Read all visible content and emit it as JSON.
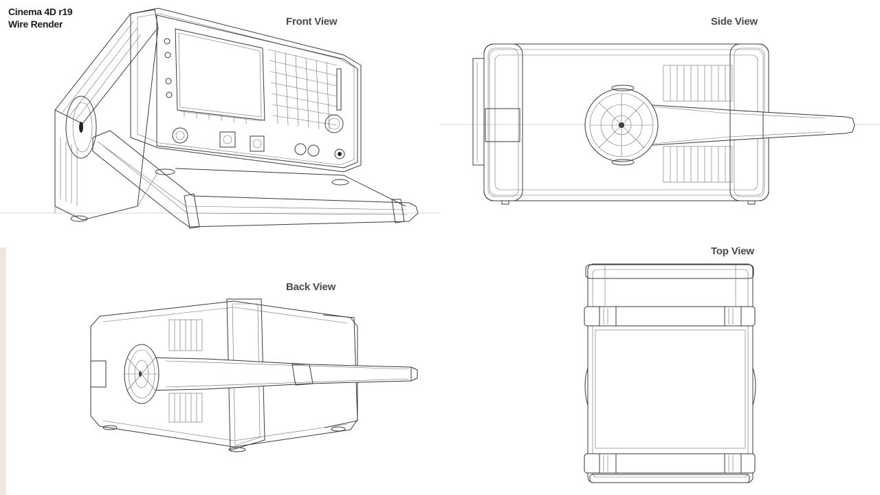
{
  "branding": {
    "line1": "Cinema 4D r19",
    "line2": "Wire Render"
  },
  "views": {
    "front": "Front View",
    "side": "Side View",
    "back": "Back View",
    "top": "Top View"
  },
  "colors": {
    "background": "#ffffff",
    "wire": "#3a3a3a",
    "label": "#4a4a4a",
    "edge_strip": "#ece7e3"
  }
}
